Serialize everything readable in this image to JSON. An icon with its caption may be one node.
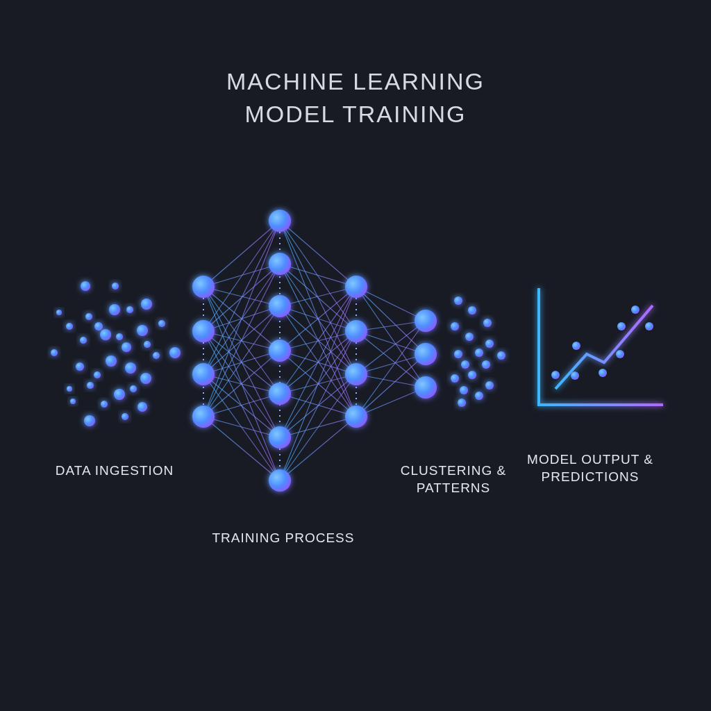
{
  "diagram": {
    "title": "MACHINE LEARNING MODEL TRAINING",
    "labels": [
      "DATA INGESTION",
      "TRAINING PROCESS",
      "CLUSTERING & PATTERNS",
      "MODEL OUTPUT & PREDICTIONS"
    ]
  }
}
